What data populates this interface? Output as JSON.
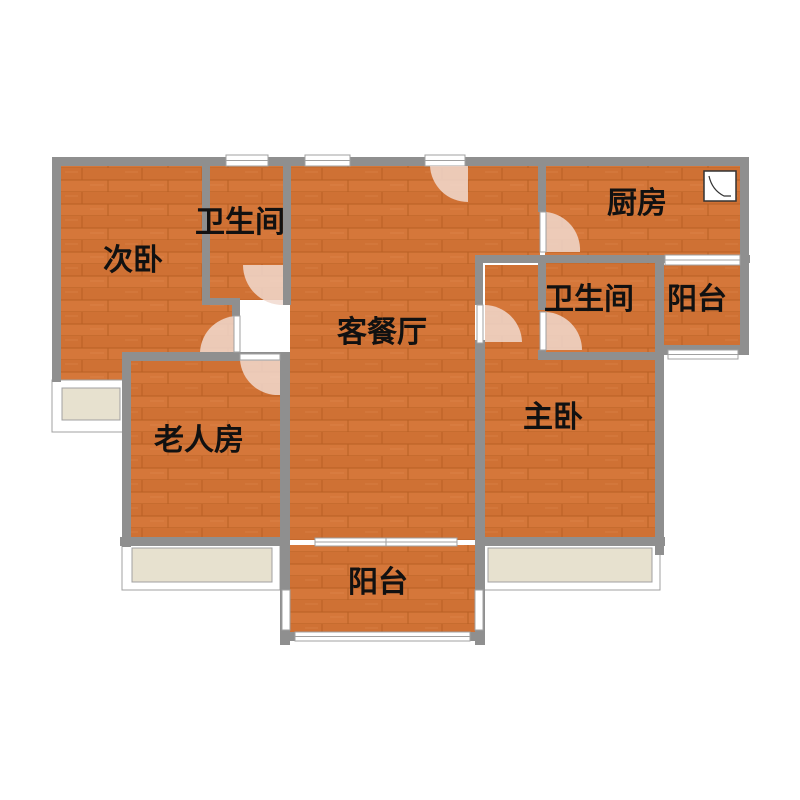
{
  "floorplan": {
    "rooms": [
      {
        "id": "secondary-bedroom",
        "label": "次卧"
      },
      {
        "id": "bathroom-1",
        "label": "卫生间"
      },
      {
        "id": "living-dining",
        "label": "客餐厅"
      },
      {
        "id": "kitchen",
        "label": "厨房"
      },
      {
        "id": "bathroom-2",
        "label": "卫生间"
      },
      {
        "id": "balcony-small",
        "label": "阳台"
      },
      {
        "id": "elderly-room",
        "label": "老人房"
      },
      {
        "id": "master-bedroom",
        "label": "主卧"
      },
      {
        "id": "balcony-main",
        "label": "阳台"
      }
    ],
    "colors": {
      "wall": "#8f8f8f",
      "floor": "#d5773a",
      "floor_plank_line": "#b86024",
      "bay_window": "#e7e1cf",
      "window_frame": "#a0a0a0",
      "door_swing": "#f1d9cf"
    }
  }
}
